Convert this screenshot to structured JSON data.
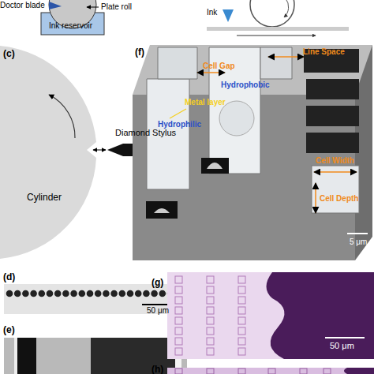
{
  "diagram": {
    "labels": [
      "Doctor blade",
      "Plate roll",
      "Ink reservoir",
      "Ink",
      "(c)",
      "Diamond Stylus",
      "Cylinder",
      "(f)",
      "Line Space",
      "Cell Gap",
      "Hydrophobic",
      "Metal layer",
      "Hydrophilic",
      "Cell Width",
      "Cell Depth",
      "5 μm",
      "(d)",
      "50 μm",
      "(e)",
      "(g)",
      "50 μm",
      "(h)"
    ]
  }
}
